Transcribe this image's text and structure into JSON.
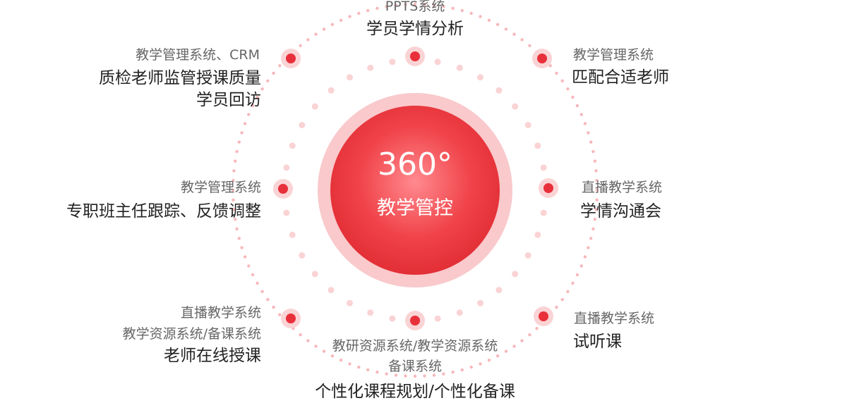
{
  "colors": {
    "accent": "#e8303a",
    "ring": "#f9c9cb",
    "dot": "#f7b8bb",
    "dot_outer": "#fad3d5"
  },
  "hub": {
    "number": "360°",
    "label": "教学管控"
  },
  "nodes": {
    "top": {
      "system": "PPTS系统",
      "lines": [
        "学员学情分析"
      ]
    },
    "top_left": {
      "system": "教学管理系统、CRM",
      "lines": [
        "质检老师监管授课质量",
        "学员回访"
      ]
    },
    "top_right": {
      "system": "教学管理系统",
      "lines": [
        "匹配合适老师"
      ]
    },
    "left": {
      "system": "教学管理系统",
      "lines": [
        "专职班主任跟踪、反馈调整"
      ]
    },
    "right": {
      "system": "直播教学系统",
      "lines": [
        "学情沟通会"
      ]
    },
    "bottom_left": {
      "systems": [
        "直播教学系统",
        "教学资源系统/备课系统"
      ],
      "lines": [
        "老师在线授课"
      ]
    },
    "bottom_right": {
      "system": "直播教学系统",
      "lines": [
        "试听课"
      ]
    },
    "bottom": {
      "systems": [
        "教研资源系统/教学资源系统",
        "备课系统"
      ],
      "lines": [
        "个性化课程规划/个性化备课"
      ]
    }
  }
}
